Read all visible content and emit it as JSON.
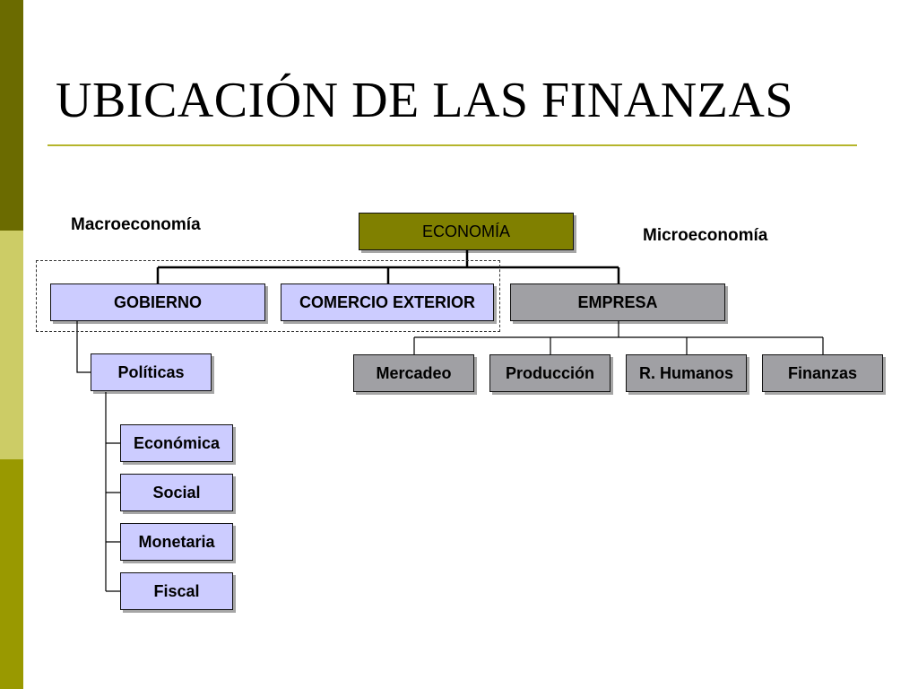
{
  "title": "UBICACIÓN DE LAS FINANZAS",
  "labels": {
    "macro": "Macroeconomía",
    "micro": "Microeconomía"
  },
  "colors": {
    "root": "#808000",
    "lavender": "#ccccff",
    "grey": "#a0a0a4",
    "accent_rule": "#b5b52c"
  },
  "nodes": {
    "economia": "ECONOMÍA",
    "gobierno": "GOBIERNO",
    "comercio": "COMERCIO EXTERIOR",
    "empresa": "EMPRESA",
    "politicas": "Políticas",
    "policy_items": [
      "Económica",
      "Social",
      "Monetaria",
      "Fiscal"
    ],
    "empresa_items": [
      "Mercadeo",
      "Producción",
      "R. Humanos",
      "Finanzas"
    ]
  }
}
